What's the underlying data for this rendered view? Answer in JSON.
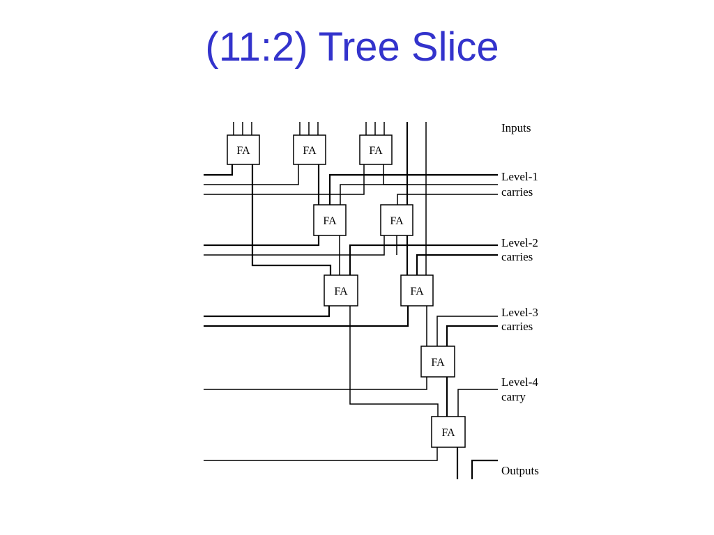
{
  "slide": {
    "title": "(11:2) Tree Slice"
  },
  "diagram": {
    "block_label": "FA",
    "labels": {
      "inputs": "Inputs",
      "level1_line1": "Level-1",
      "level1_line2": "carries",
      "level2_line1": "Level-2",
      "level2_line2": "carries",
      "level3_line1": "Level-3",
      "level3_line2": "carries",
      "level4_line1": "Level-4",
      "level4_line2": "carry",
      "outputs": "Outputs"
    },
    "full_adder_count": 9
  }
}
